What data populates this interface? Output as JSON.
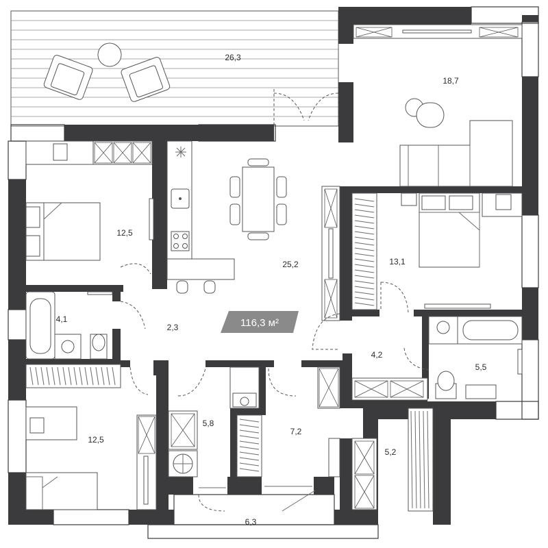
{
  "plan": {
    "total_area": "116,3 м²",
    "rooms": {
      "terrace": "26,3",
      "living": "18,7",
      "bedroom_nw": "12,5",
      "bedroom_ne": "13,1",
      "kitchen_dining": "25,2",
      "bath_w": "4,1",
      "hall": "2,3",
      "corridor_e": "4,2",
      "bath_e": "5,5",
      "bedroom_sw": "12,5",
      "laundry": "5,8",
      "entry": "7,2",
      "closet": "5,2",
      "balcony": "6,3"
    }
  }
}
